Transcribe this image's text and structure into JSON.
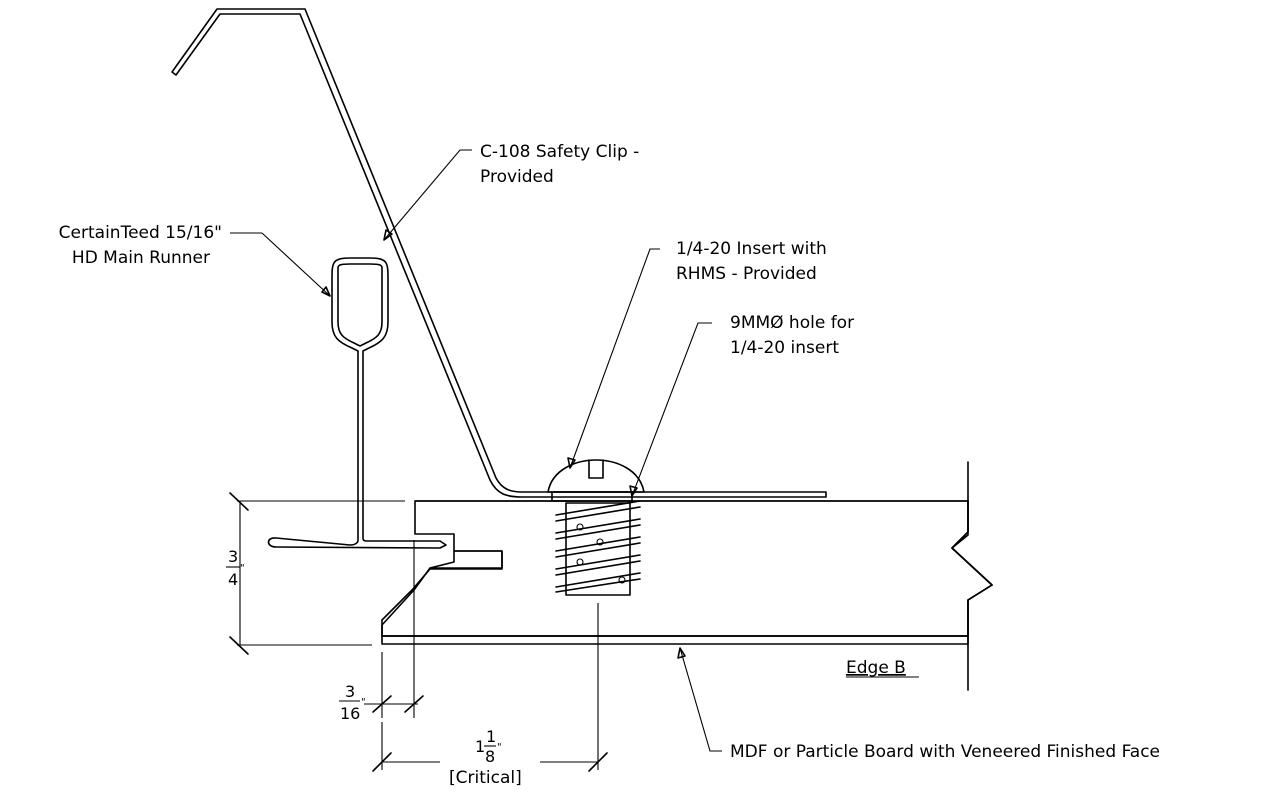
{
  "labels": {
    "safety_clip": [
      "C-108 Safety Clip -",
      "Provided"
    ],
    "main_runner": [
      "CertainTeed 15/16\"",
      "HD Main Runner"
    ],
    "insert": [
      "1/4-20 Insert with",
      "RHMS - Provided"
    ],
    "hole": [
      "9MMØ hole for",
      "1/4-20 insert"
    ],
    "edge": "Edge B",
    "board": "MDF or Particle Board with Veneered Finished  Face"
  },
  "dimensions": {
    "thickness": {
      "num": "3",
      "den": "4",
      "unit": "\""
    },
    "reveal": {
      "num": "3",
      "den": "16",
      "unit": "\""
    },
    "insert_offset": {
      "whole": "1",
      "num": "1",
      "den": "8",
      "unit": "\"",
      "note": "[Critical]"
    }
  }
}
